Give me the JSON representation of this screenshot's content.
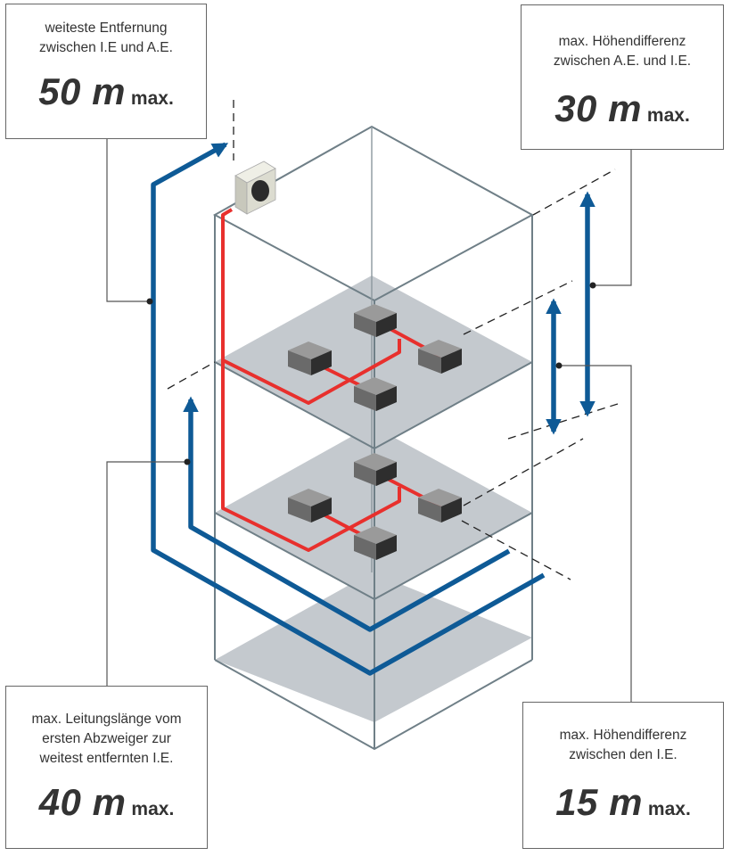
{
  "callouts": {
    "top_left": {
      "desc_line1": "weiteste Entfernung",
      "desc_line2": "zwischen I.E und A.E.",
      "value": "50 m",
      "unit": "max."
    },
    "top_right": {
      "desc_line1": "max. Höhendifferenz",
      "desc_line2": "zwischen A.E. und I.E.",
      "value": "30 m",
      "unit": "max."
    },
    "bottom_left": {
      "desc_line1": "max. Leitungslänge vom",
      "desc_line2": "ersten Abzweiger zur",
      "desc_line3": "weitest entfernten I.E.",
      "value": "40 m",
      "unit": "max."
    },
    "bottom_right": {
      "desc_line1": "max. Höhendifferenz",
      "desc_line2": "zwischen den I.E.",
      "value": "15 m",
      "unit": "max."
    }
  },
  "colors": {
    "arrow": "#0e5a96",
    "pipe": "#e8302d",
    "floor": "#c4c9ce",
    "frame": "#6f7f87",
    "unit_dark": "#4a4a4a",
    "outdoor_unit": "#dcdcd0"
  },
  "icons": {
    "outdoor_unit": "outdoor-unit-icon",
    "indoor_unit": "indoor-unit-icon"
  }
}
